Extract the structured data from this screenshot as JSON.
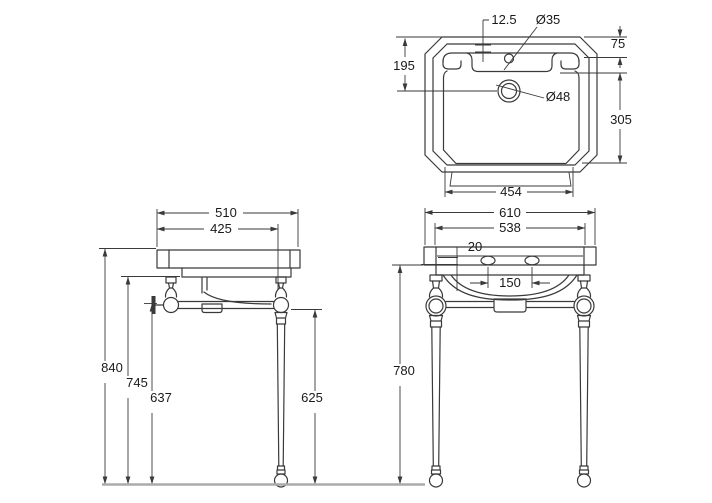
{
  "drawing_type": "basin-washstand-dimension-drawing",
  "colors": {
    "line": "#3a3a3a",
    "text": "#1a1a1a",
    "ground_line": "#ababab",
    "background": "#ffffff"
  },
  "views": {
    "plan": {
      "dims": {
        "tap_offset": "12.5",
        "tap_hole_dia": "Ø35",
        "back_rim": "75",
        "waste_from_back": "195",
        "waste_dia": "Ø48",
        "bowl_front": "305",
        "bowl_width": "454"
      }
    },
    "side": {
      "dims": {
        "depth": "510",
        "leg_to_back": "425",
        "overall_height": "840",
        "underside_height": "745",
        "valve_height": "637",
        "leg_height": "625"
      }
    },
    "front": {
      "dims": {
        "overall_width": "610",
        "leg_centres": "538",
        "ledge_step": "20",
        "tap_centres": "150",
        "frame_height": "780"
      }
    }
  }
}
